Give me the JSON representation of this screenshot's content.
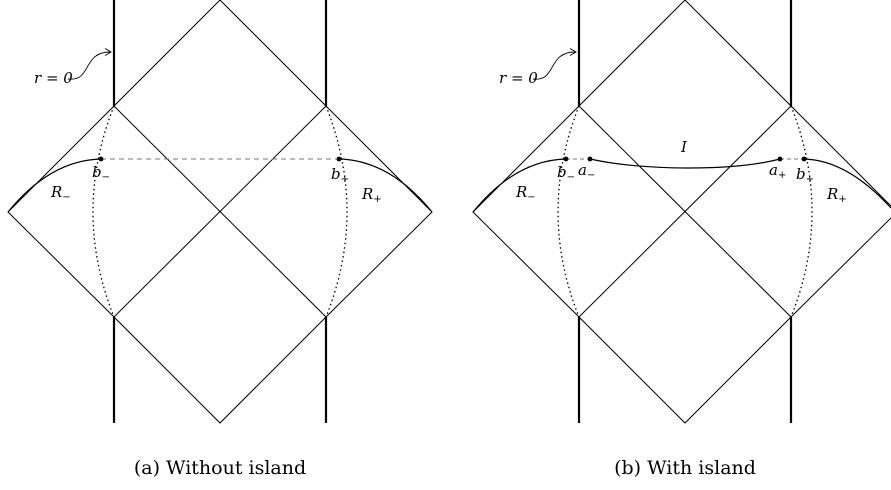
{
  "panels": [
    {
      "caption": "(a) Without island",
      "r_label": "r = 0",
      "region_left": {
        "base": "R",
        "sub": "−"
      },
      "region_right": {
        "base": "R",
        "sub": "+"
      },
      "point_left": {
        "base": "b",
        "sub": "−"
      },
      "point_right": {
        "base": "b",
        "sub": "+"
      }
    },
    {
      "caption": "(b) With island",
      "r_label": "r = 0",
      "region_left": {
        "base": "R",
        "sub": "−"
      },
      "region_right": {
        "base": "R",
        "sub": "+"
      },
      "point_left": {
        "base": "b",
        "sub": "−"
      },
      "point_right": {
        "base": "b",
        "sub": "+"
      },
      "island_point_left": {
        "base": "a",
        "sub": "−"
      },
      "island_point_right": {
        "base": "a",
        "sub": "+"
      },
      "island_label": "I"
    }
  ]
}
